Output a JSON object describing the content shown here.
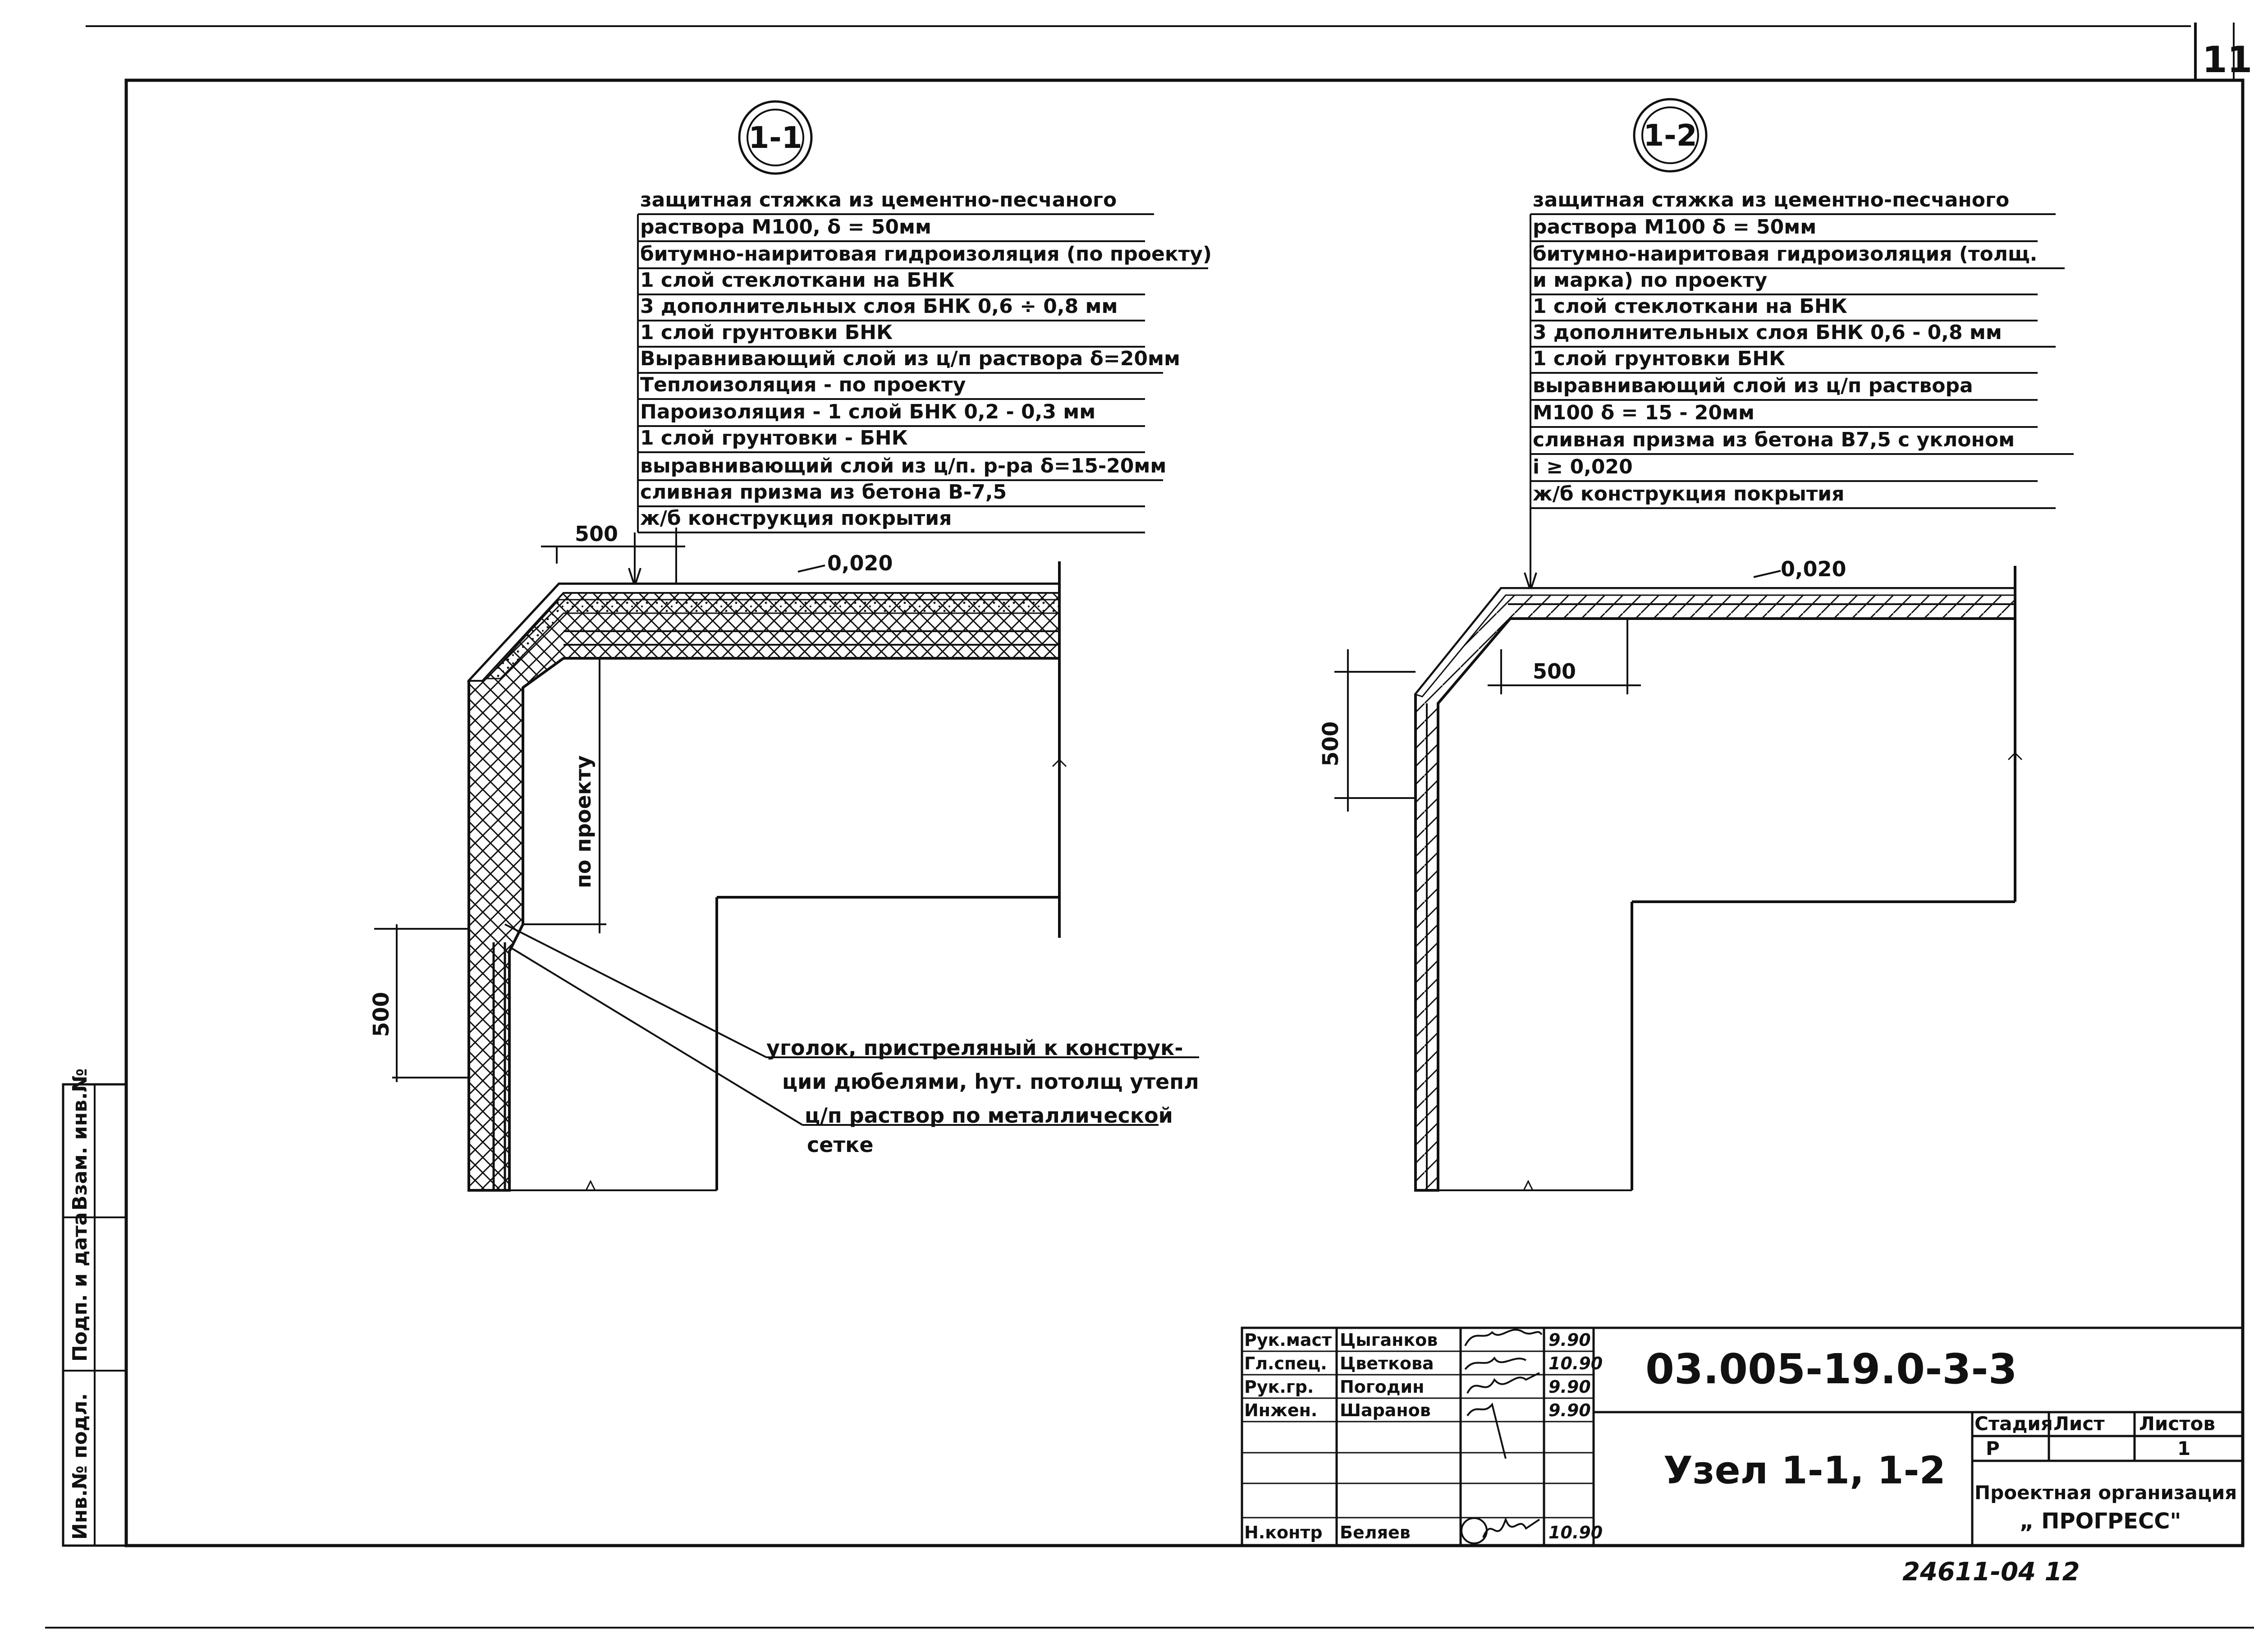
{
  "sheet_number": "11",
  "sections": [
    {
      "id": "1-1",
      "layers": [
        "защитная стяжка из цементно-песчаного",
        "раствора М100, δ = 50мм",
        "битумно-наиритовая гидроизоляция (по проекту)",
        "1 слой стеклоткани на БНК",
        "3 дополнительных слоя БНК 0,6 ÷ 0,8 мм",
        "1 слой грунтовки  БНК",
        "Выравнивающий слой из ц/п раствора δ=20мм",
        "Теплоизоляция - по проекту",
        "Пароизоляция - 1 слой БНК 0,2 - 0,3 мм",
        "1 слой грунтовки - БНК",
        "выравнивающий слой из ц/п. р-ра δ=15-20мм",
        "сливная призма из бетона  В-7,5",
        "ж/б конструкция покрытия"
      ],
      "dim_top": "500",
      "slope": "0,020",
      "dim_vertical": "по проекту",
      "dim_bottom": "500",
      "callouts": [
        "уголок, пристреляный к конструк-",
        "ции дюбелями, hут. потолщ утепл",
        "ц/п раствор по металлической",
        "сетке"
      ]
    },
    {
      "id": "1-2",
      "layers": [
        "защитная стяжка из цементно-песчаного",
        "раствора  М100  δ = 50мм",
        "битумно-наиритовая гидроизоляция (толщ.",
        "и марка) по проекту",
        "1 слой стеклоткани на БНК",
        "3 дополнительных слоя БНК 0,6 - 0,8 мм",
        "1 слой  грунтовки  БНК",
        "выравнивающий слой из ц/п раствора",
        "М100  δ = 15 - 20мм",
        "сливная призма из бетона  В7,5 с уклоном",
        "i ≥ 0,020",
        "ж/б конструкция  покрытия"
      ],
      "slope": "0,020",
      "dim_horizontal": "500",
      "dim_vertical": "500"
    }
  ],
  "side_stamp": [
    "Инв.№ подл.",
    "Подп. и дата",
    "Взам. инв.№"
  ],
  "title_block": {
    "rows": [
      {
        "role": "Рук.маст",
        "name": "Цыганков",
        "date": "9.90"
      },
      {
        "role": "Гл.спец.",
        "name": "Цветкова",
        "date": "10.90"
      },
      {
        "role": "Рук.гр.",
        "name": "Погодин",
        "date": "9.90"
      },
      {
        "role": "Инжен.",
        "name": "Шаранов",
        "date": "9.90"
      },
      {
        "role": "",
        "name": "",
        "date": ""
      },
      {
        "role": "",
        "name": "",
        "date": ""
      },
      {
        "role": "Н.контр",
        "name": "Беляев",
        "date": "10.90"
      }
    ],
    "code": "03.005-19.0-3-3",
    "title": "Узел 1-1, 1-2",
    "stage_label": "Стадия",
    "sheet_label": "Лист",
    "sheets_label": "Листов",
    "stage_value": "Р",
    "sheet_value": "",
    "sheets_value": "1",
    "org_line1": "Проектная организация",
    "org_line2": "„ ПРОГРЕСС\""
  },
  "archive_number": "24611-04    12"
}
